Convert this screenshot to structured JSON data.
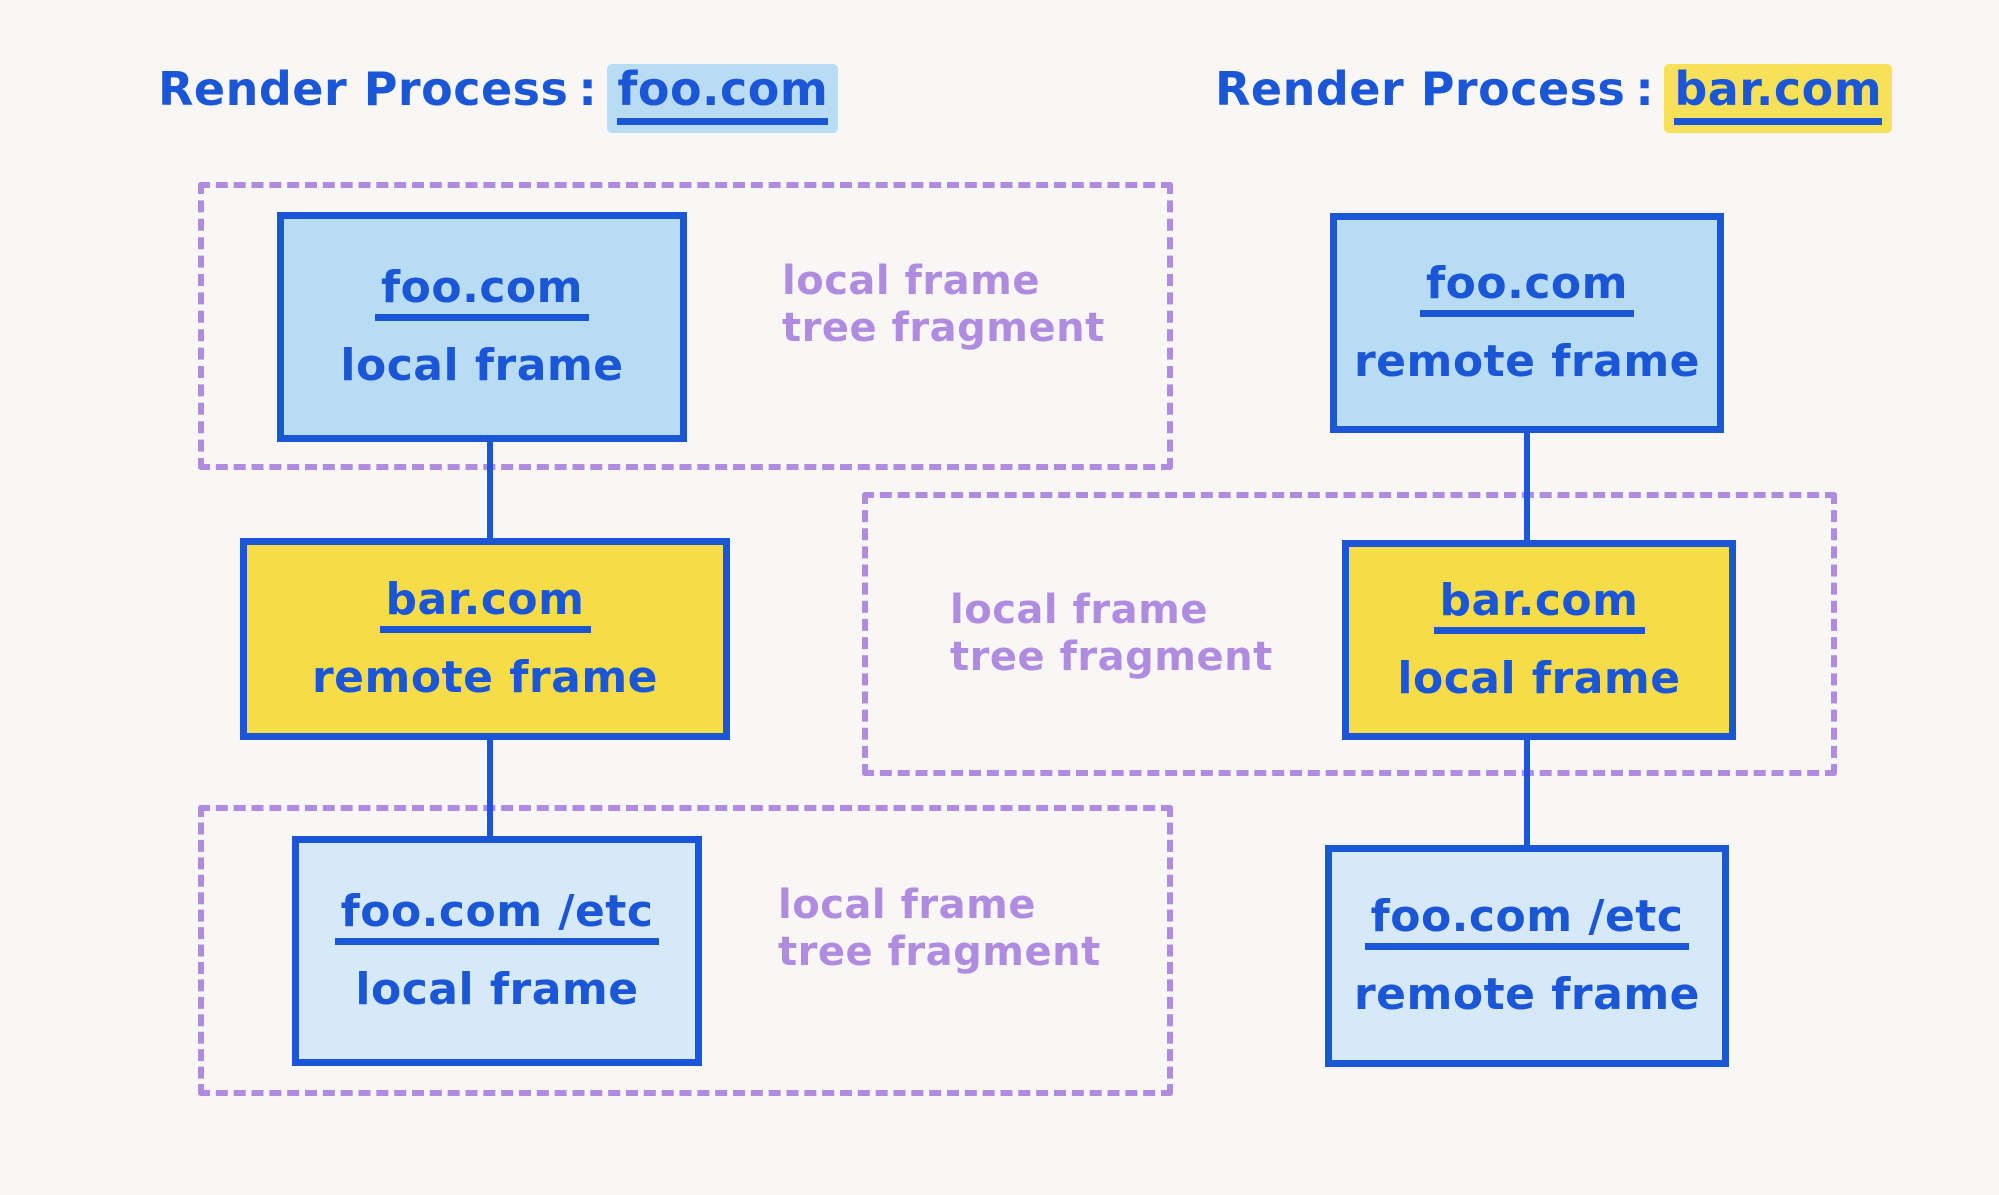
{
  "diagram": {
    "background_color": "#f8f7f5",
    "accent_blue": "#1a56d6",
    "accent_purple": "#b08ce0",
    "fill_blue": "#b9dcf5",
    "fill_blue_light": "#d5e9f8",
    "fill_yellow": "#f5dc48",
    "highlight_blue": "#b9dcf5",
    "highlight_yellow": "#f7e05a"
  },
  "titles": [
    {
      "label": "Render Process",
      "colon": ":",
      "host": "foo.com",
      "highlight": "blue"
    },
    {
      "label": "Render Process",
      "colon": ":",
      "host": "bar.com",
      "highlight": "yellow"
    }
  ],
  "left_column": {
    "boxes": [
      {
        "host": "foo.com",
        "kind": "local frame",
        "fill": "blue"
      },
      {
        "host": "bar.com",
        "kind": "remote frame",
        "fill": "yellow"
      },
      {
        "host": "foo.com /etc",
        "kind": "local frame",
        "fill": "blue-light"
      }
    ]
  },
  "right_column": {
    "boxes": [
      {
        "host": "foo.com",
        "kind": "remote frame",
        "fill": "blue"
      },
      {
        "host": "bar.com",
        "kind": "local frame",
        "fill": "yellow"
      },
      {
        "host": "foo.com /etc",
        "kind": "remote frame",
        "fill": "blue-light"
      }
    ]
  },
  "annotations": [
    {
      "text": "local frame\ntree fragment"
    },
    {
      "text": "local frame\ntree fragment"
    },
    {
      "text": "local frame\ntree fragment"
    }
  ]
}
